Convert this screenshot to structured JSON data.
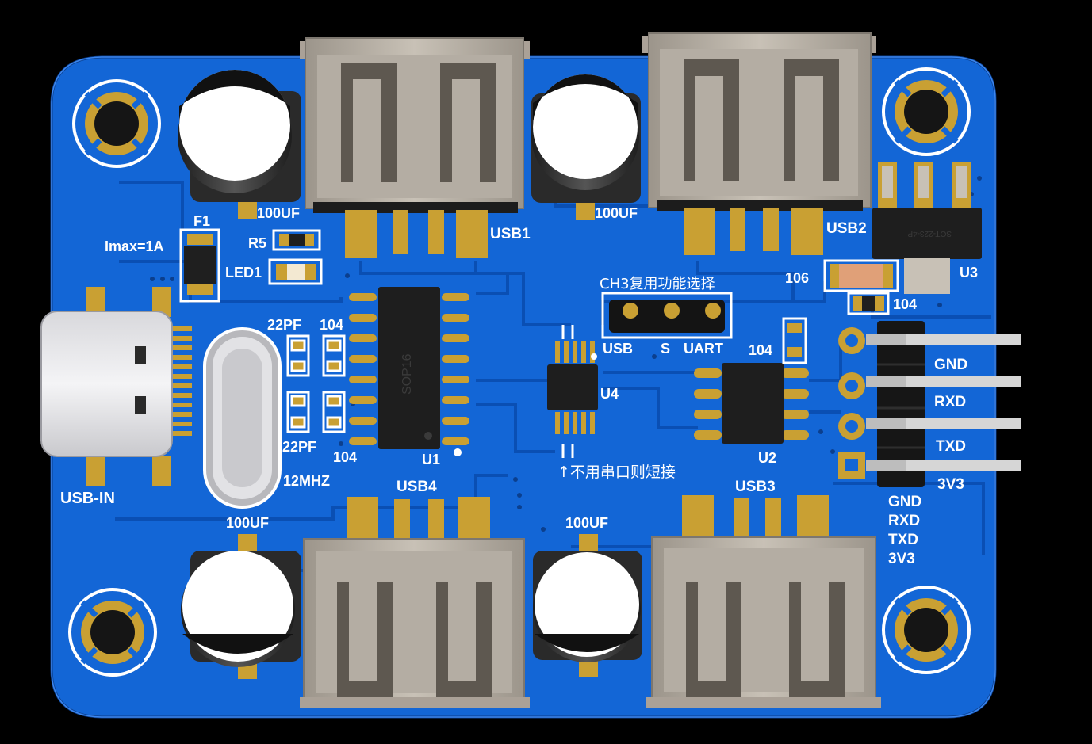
{
  "labels": {
    "usb1": "USB1",
    "usb2": "USB2",
    "usb3": "USB3",
    "usb4": "USB4",
    "usb_in": "USB-IN",
    "cap_top_left": "100UF",
    "cap_top_mid": "100UF",
    "cap_bot_left": "100UF",
    "cap_bot_mid": "100UF",
    "fuse": "F1",
    "imax": "Imax=1A",
    "r5": "R5",
    "led1": "LED1",
    "c22pf_top": "22PF",
    "c104_top": "104",
    "c22pf_bot": "22PF",
    "c104_bot": "104",
    "sop16": "SOP16",
    "u1": "U1",
    "u2": "U2",
    "u3": "U3",
    "u4": "U4",
    "crystal": "12MHZ",
    "ch3_title": "CH3复用功能选择",
    "jumper_usb": "USB",
    "jumper_s": "S",
    "jumper_uart": "UART",
    "short_note": "↑不用串口则短接",
    "c104_u2": "104",
    "c106": "106",
    "c104_u3": "104",
    "sot223": "SOT-223-4P",
    "hdr_gnd": "GND",
    "hdr_rxd": "RXD",
    "hdr_txd": "TXD",
    "hdr_3v3": "3V3",
    "list_gnd": "GND",
    "list_rxd": "RXD",
    "list_txd": "TXD",
    "list_3v3": "3V3"
  },
  "colors": {
    "board": "#1366d6",
    "copper": "#0f5bcc",
    "pad": "#c9a033",
    "silk": "#ffffff",
    "usb_metal": "#b9b1a6",
    "cap_dark": "#2b2b2b"
  }
}
